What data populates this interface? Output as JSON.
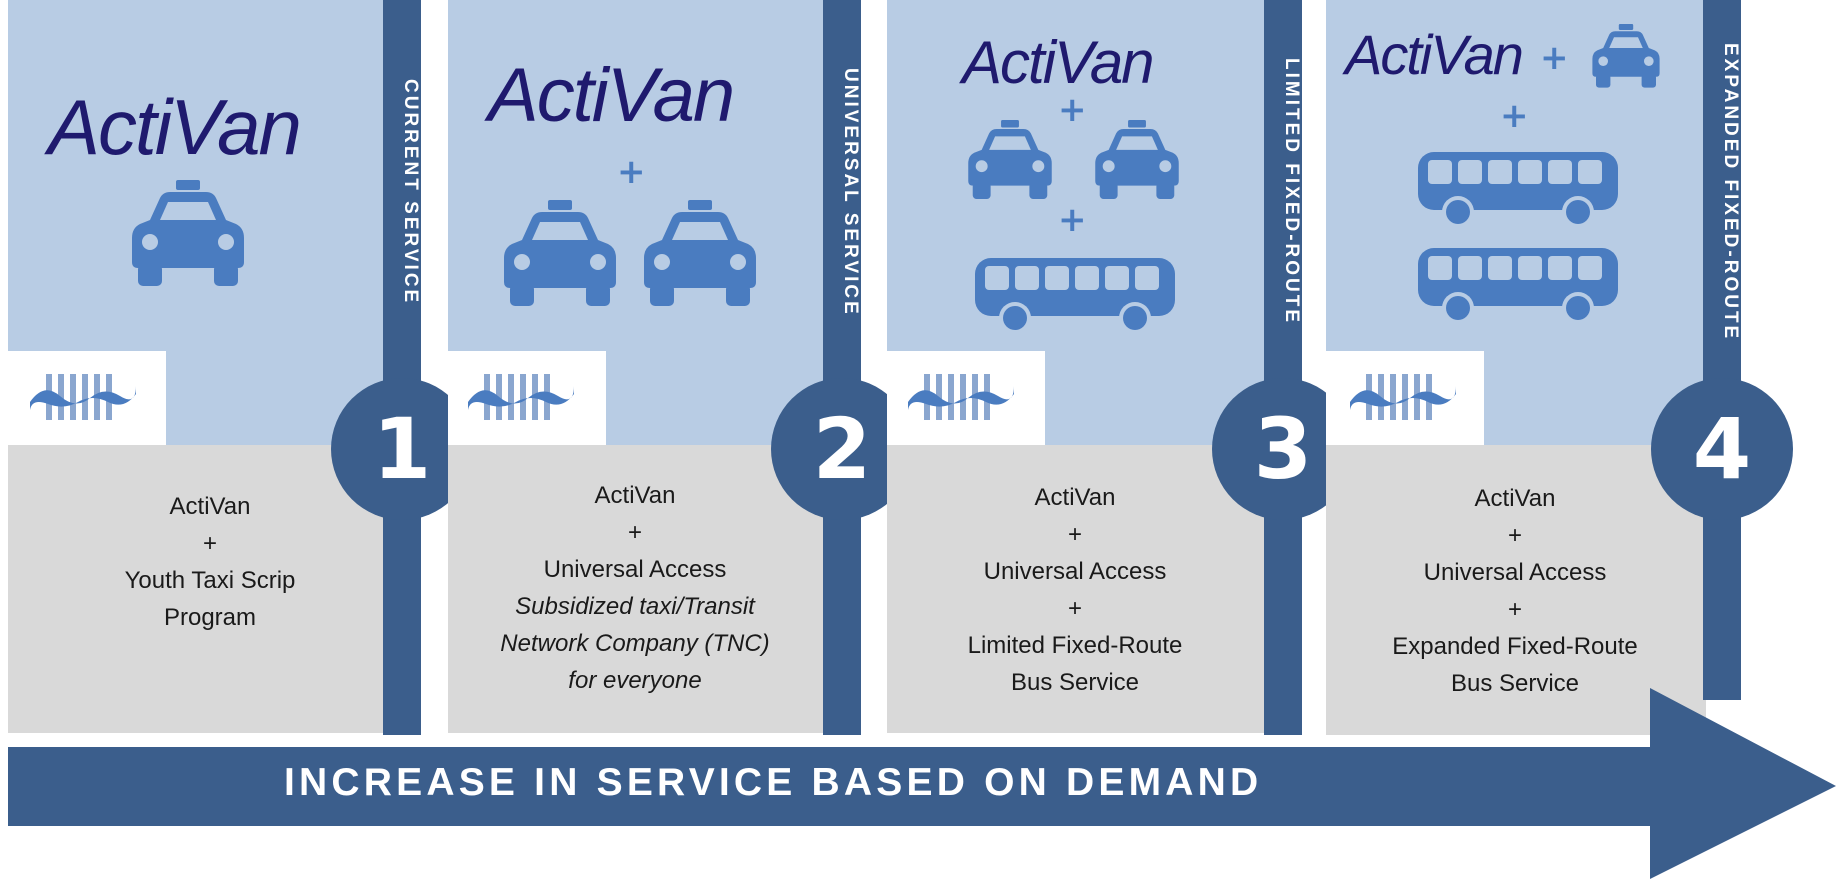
{
  "colors": {
    "top_panel": "#b8cce4",
    "bottom_panel": "#d9d9d9",
    "accent": "#3b5e8c",
    "icon": "#4a7cc0",
    "logo": "#1f1a6e"
  },
  "logo_text": "ActiVan",
  "plus": "+",
  "stages": [
    {
      "number": "1",
      "label": "CURRENT SERVICE",
      "description": [
        "ActiVan",
        "+",
        "Youth Taxi Scrip",
        "Program"
      ]
    },
    {
      "number": "2",
      "label": "UNIVERSAL SERVICE",
      "description": [
        "ActiVan",
        "+",
        "Universal Access",
        "Subsidized taxi/Transit",
        "Network Company (TNC)",
        "for everyone"
      ]
    },
    {
      "number": "3",
      "label": "LIMITED FIXED-ROUTE",
      "description": [
        "ActiVan",
        "+",
        "Universal Access",
        "+",
        "Limited Fixed-Route",
        "Bus Service"
      ]
    },
    {
      "number": "4",
      "label": "EXPANDED FIXED-ROUTE",
      "description": [
        "ActiVan",
        "+",
        "Universal Access",
        "+",
        "Expanded Fixed-Route",
        "Bus Service"
      ]
    }
  ],
  "arrow_text": "INCREASE IN SERVICE BASED ON DEMAND",
  "icons": [
    "taxi-icon",
    "bus-icon",
    "wave-logo-icon"
  ]
}
